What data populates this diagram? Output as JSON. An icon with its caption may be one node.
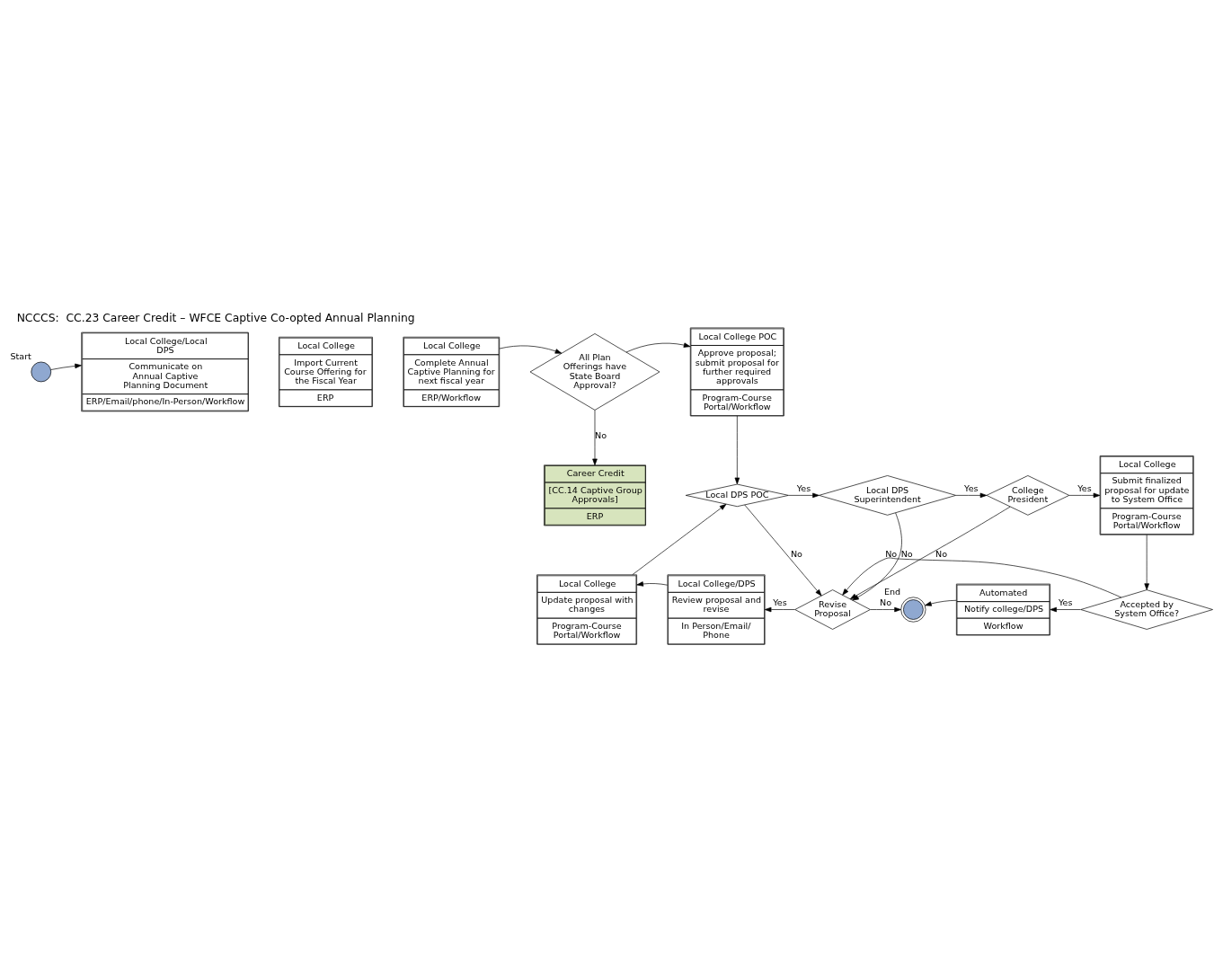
{
  "diagram": {
    "title": "NCCCS:  CC.23 Career Credit – WFCE Captive Co-opted Annual Planning",
    "nodes": [
      {
        "text": [],
        "shape": "circle",
        "beside": [
          "Start"
        ]
      },
      {
        "text": [
          "Local College/Local DPS",
          "Communicate on Annual Captive Planning Document",
          "ERP/Email/phone/In-Person/Workflow"
        ]
      },
      {
        "text": [
          "Local College",
          "Import Current Course Offering for the Fiscal Year",
          "ERP"
        ]
      },
      {
        "text": [
          "Local College",
          "Complete Annual Captive Planning for next fiscal year",
          "ERP/Workflow"
        ]
      },
      {
        "text": [
          "All Plan Offerings have State Board Approval?"
        ]
      },
      {
        "text": [
          "Career Credit",
          "[CC.14 Captive Group Approvals]",
          "ERP"
        ]
      },
      {
        "text": [
          "Local College POC",
          "Approve proposal; submit proposal for further required approvals",
          "Program-Course Portal/Workflow"
        ]
      },
      {
        "text": [
          "Local DPS POC"
        ]
      },
      {
        "text": [
          "Local DPS Superintendent"
        ]
      },
      {
        "text": [
          "College President"
        ]
      },
      {
        "text": [
          "Local College",
          "Submit finalized proposal for update to System Office",
          "Program-Course Portal/Workflow"
        ]
      },
      {
        "text": [
          "Accepted by System Office?"
        ]
      },
      {
        "text": [
          "Automated",
          "Notify college/DPS",
          "Workflow"
        ]
      },
      {
        "text": [],
        "shape": "circle",
        "beside": [
          "End"
        ]
      },
      {
        "text": [
          "Revise Proposal"
        ]
      },
      {
        "text": [
          "Local College/DPS",
          "Review proposal and revise",
          "In Person/Email/ Phone"
        ]
      },
      {
        "text": [
          "Local College",
          "Update proposal with changes",
          "Program-Course Portal/Workflow"
        ]
      }
    ],
    "edges": [
      {
        "from": 0,
        "to": 1,
        "arrow": "to"
      },
      {
        "from": 3,
        "to": 4,
        "arrow": "to"
      },
      {
        "from": 4,
        "to": 6,
        "arrow": "to"
      },
      {
        "from": 4,
        "to": 5,
        "arrow": "to",
        "label": "No"
      },
      {
        "from": 6,
        "to": 7,
        "arrow": "to"
      },
      {
        "from": 7,
        "to": 8,
        "arrow": "to",
        "label": "Yes"
      },
      {
        "from": 8,
        "to": 9,
        "arrow": "to",
        "label": "Yes"
      },
      {
        "from": 9,
        "to": 10,
        "arrow": "to",
        "label": "Yes"
      },
      {
        "from": 10,
        "to": 11,
        "arrow": "to"
      },
      {
        "from": 11,
        "to": 12,
        "arrow": "to",
        "label": "Yes"
      },
      {
        "from": 12,
        "to": 13,
        "arrow": "to"
      },
      {
        "from": 7,
        "to": 14,
        "arrow": "to",
        "label": "No"
      },
      {
        "from": 8,
        "to": 14,
        "arrow": "to",
        "label": "No"
      },
      {
        "from": 9,
        "to": 14,
        "arrow": "to",
        "label": "No"
      },
      {
        "from": 11,
        "to": 14,
        "arrow": "to",
        "label": "No"
      },
      {
        "from": 14,
        "to": 13,
        "arrow": "to",
        "label": "No"
      },
      {
        "from": 14,
        "to": 15,
        "arrow": "to",
        "label": "Yes"
      },
      {
        "from": 15,
        "to": 16,
        "arrow": "to"
      },
      {
        "from": 16,
        "to": 7,
        "arrow": "to"
      }
    ]
  }
}
